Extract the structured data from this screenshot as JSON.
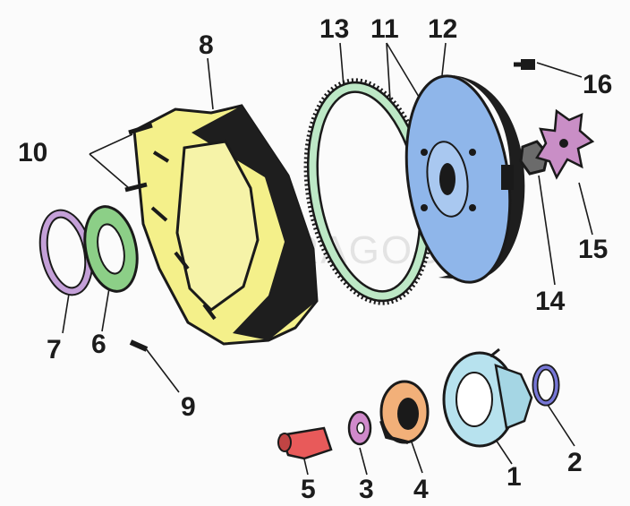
{
  "diagram": {
    "watermark": "www.PRAGOS.cz",
    "callouts": {
      "c1": "1",
      "c2": "2",
      "c3": "3",
      "c4": "4",
      "c5": "5",
      "c6": "6",
      "c7": "7",
      "c8": "8",
      "c9": "9",
      "c10": "10",
      "c11": "11",
      "c12": "12",
      "c13": "13",
      "c14": "14",
      "c15": "15",
      "c16": "16"
    }
  },
  "colors": {
    "housing": "#f4f08a",
    "ring_gear": "#bde8c6",
    "flywheel": "#8fb6ea",
    "star_plate": "#c98ec6",
    "ring7": "#c4a0d8",
    "gasket6": "#8ccf87",
    "part5": "#e85a5a",
    "washer3": "#d08acb",
    "bearing4": "#f2b079",
    "cover1": "#b7e2ee",
    "ring2": "#7777d6",
    "outline": "#1a1a1a"
  }
}
